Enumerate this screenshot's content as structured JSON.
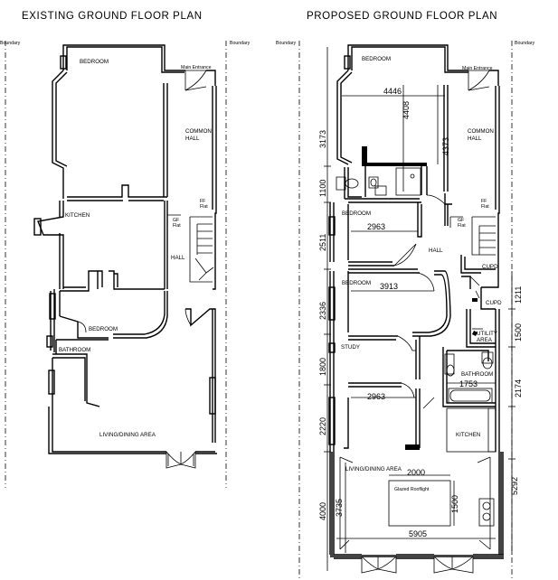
{
  "titles": {
    "existing": "EXISTING   GROUND FLOOR PLAN",
    "proposed": "PROPOSED GROUND FLOOR PLAN"
  },
  "boundary": "Boundary",
  "existing": {
    "bedroom": "BEDROOM",
    "main_entrance": "Main Entrance",
    "common_hall_1": "COMMON",
    "common_hall_2": "HALL",
    "ff_flat_1": "FF",
    "ff_flat_2": "Flat",
    "kitchen": "KITCHEN",
    "gf_flat_1": "GF",
    "gf_flat_2": "Flat",
    "hall": "HALL",
    "bedroom2": "BEDROOM",
    "bathroom": "BATHROOM",
    "living": "LIVING/DINING AREA"
  },
  "proposed": {
    "bedroom": "BEDROOM",
    "main_entrance": "Main Entrance",
    "common_hall_1": "COMMON",
    "common_hall_2": "HALL",
    "ff_flat_1": "FF",
    "ff_flat_2": "Flat",
    "gf_flat_1": "GF",
    "gf_flat_2": "Flat",
    "bedroom2": "BEDROOM",
    "hall": "HALL",
    "cupd1": "CUPD",
    "cupd2": "CUPD",
    "bedroom3": "BEDROOM",
    "utility_1": "UTILITY",
    "utility_2": "AREA",
    "study": "STUDY",
    "bathroom": "BATHROOM",
    "kitchen": "KITCHEN",
    "living": "LIVING/DINING AREA",
    "rooflight": "Glazed Rooflight"
  },
  "dimensions": {
    "d4446": "4446",
    "d4408": "4408",
    "d4373": "4373",
    "d3173": "3173",
    "d1100": "1100",
    "d2511": "2511",
    "d2963a": "2963",
    "d2336": "2336",
    "d3913": "3913",
    "d1211": "1211",
    "d1500a": "1500",
    "d1800": "1800",
    "d1753": "1753",
    "d2174": "2174",
    "d2963b": "2963",
    "d2220": "2220",
    "d2000": "2000",
    "d1500b": "1500",
    "d3735": "3735",
    "d4000": "4000",
    "d5292": "5292",
    "d5905": "5905"
  }
}
